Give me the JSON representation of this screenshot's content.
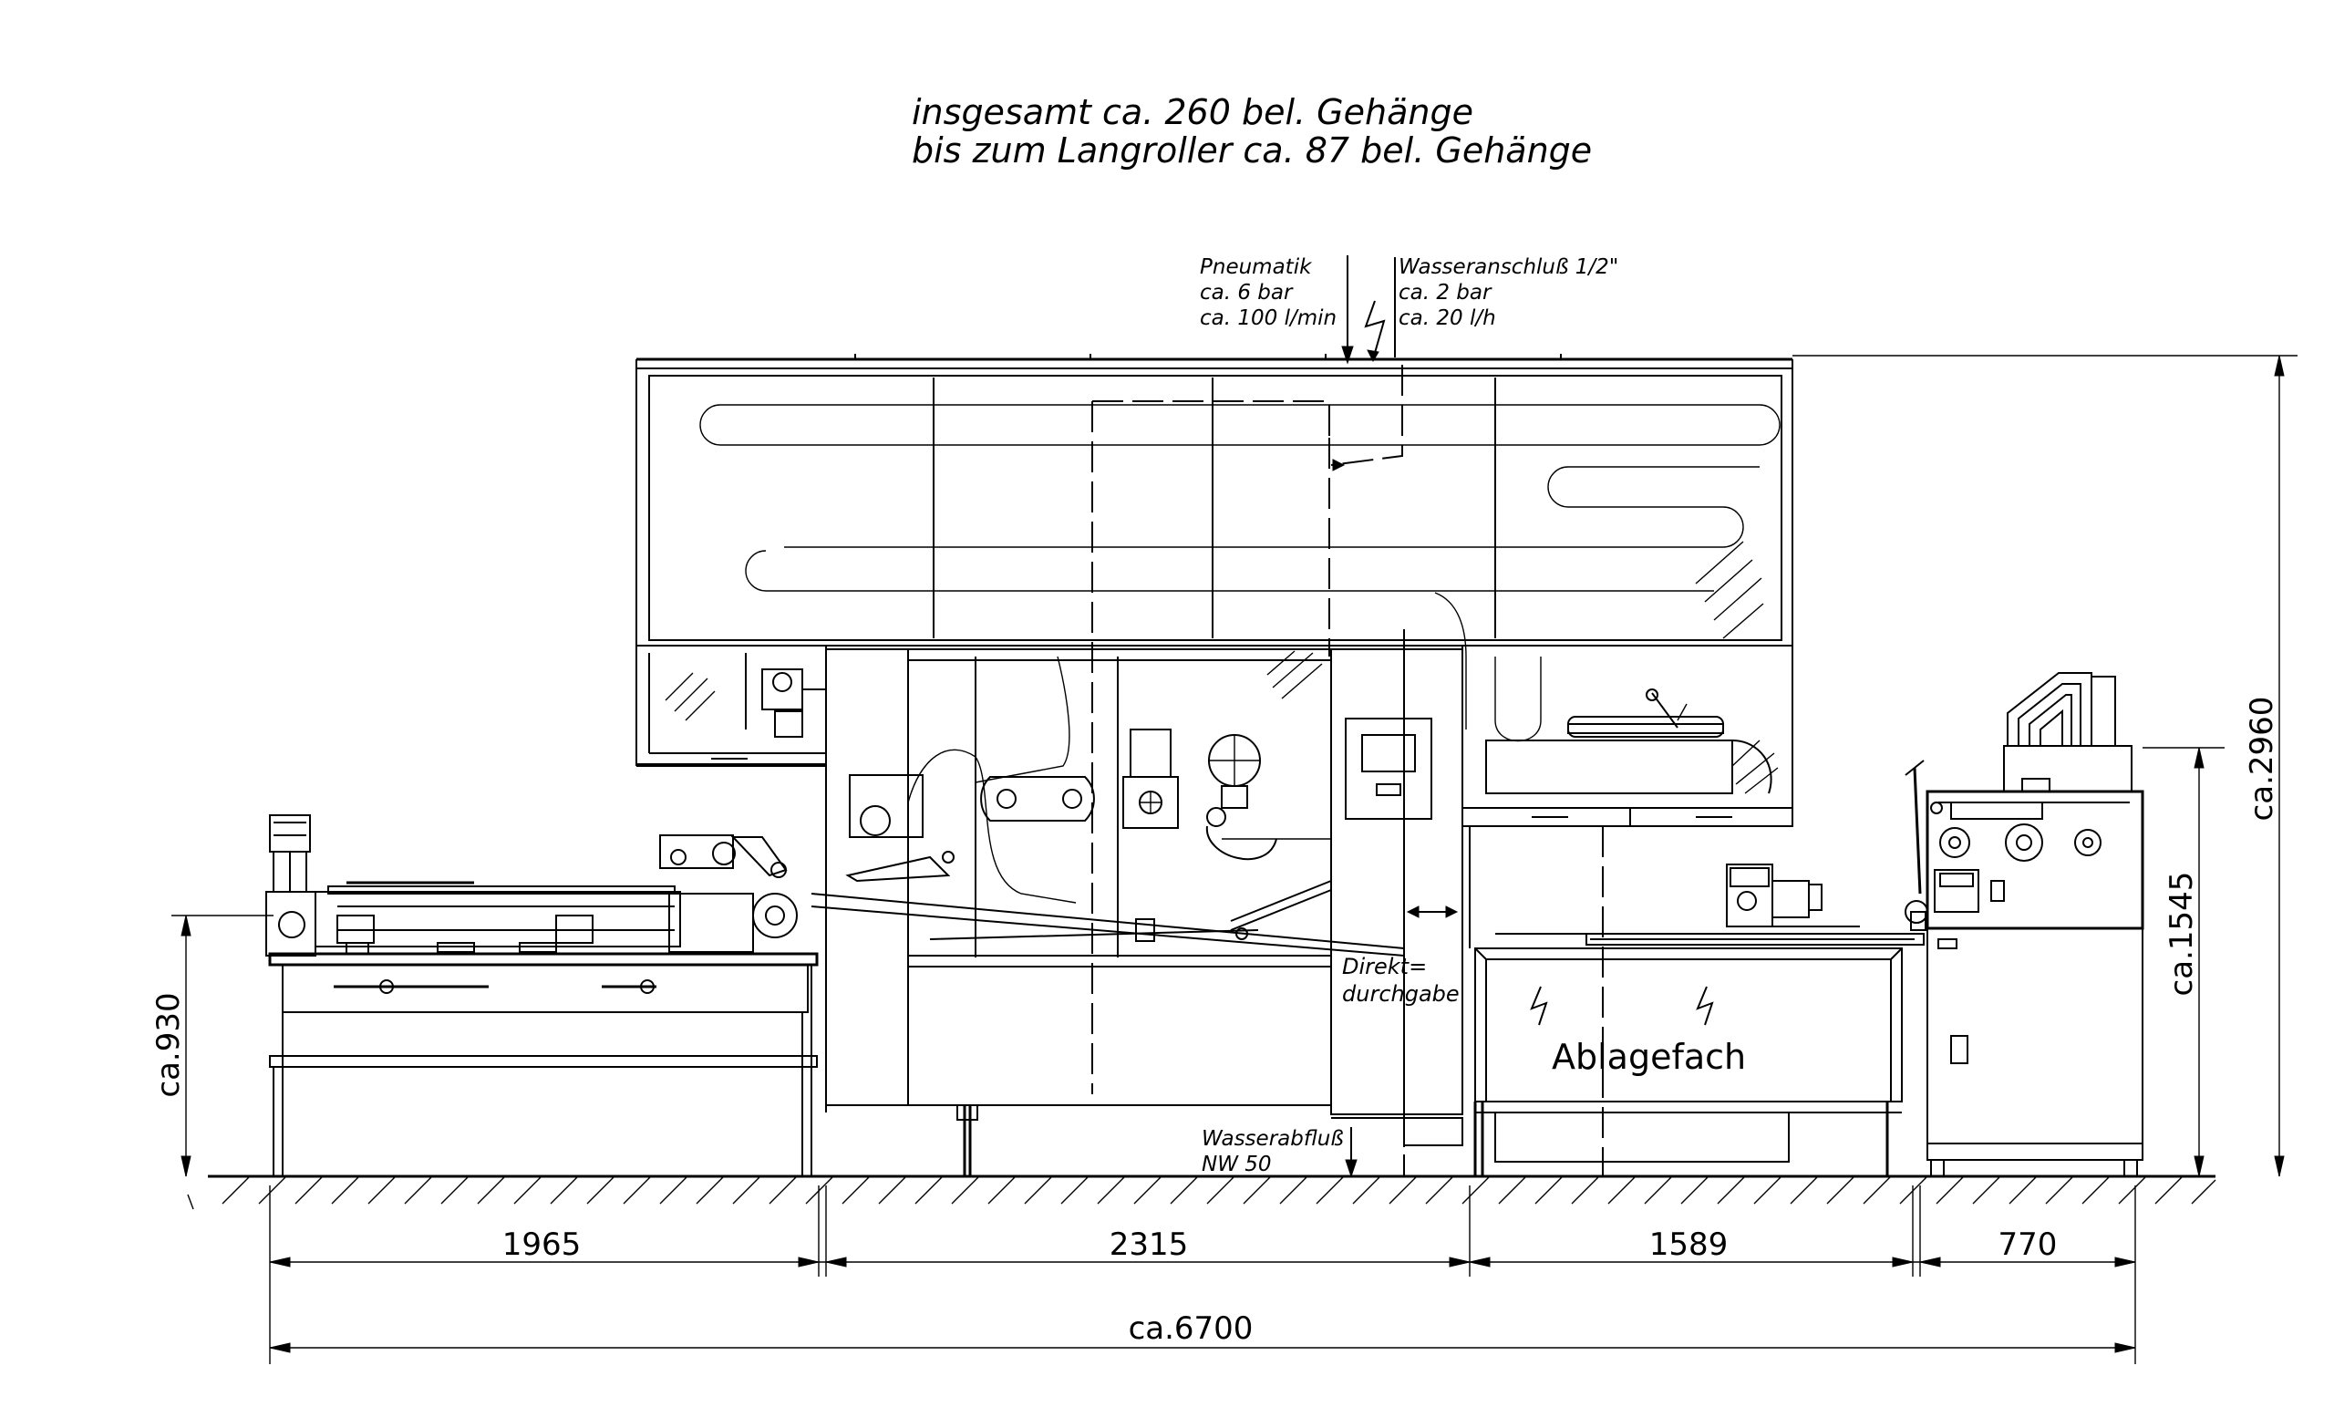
{
  "header": {
    "line1": "insgesamt ca. 260 bel. Gehänge",
    "line2": "bis zum Langroller ca. 87 bel. Gehänge"
  },
  "callouts": {
    "pneumatik": [
      "Pneumatik",
      "ca. 6 bar",
      "ca. 100 l/min"
    ],
    "wasseranschluss": [
      "Wasseranschluß 1/2\"",
      "ca. 2 bar",
      "ca. 20 l/h"
    ],
    "wasserabfluss": [
      "Wasserabfluß",
      "NW 50"
    ],
    "direkt": [
      "Direkt=",
      "durchgabe"
    ],
    "ablagefach": "Ablagefach"
  },
  "dimensions": {
    "horizontal": [
      "1965",
      "2315",
      "1589",
      "770"
    ],
    "total": "ca.6700",
    "heights": {
      "left": "ca.930",
      "right_low": "ca.1545",
      "right_high": "ca.2960"
    }
  }
}
